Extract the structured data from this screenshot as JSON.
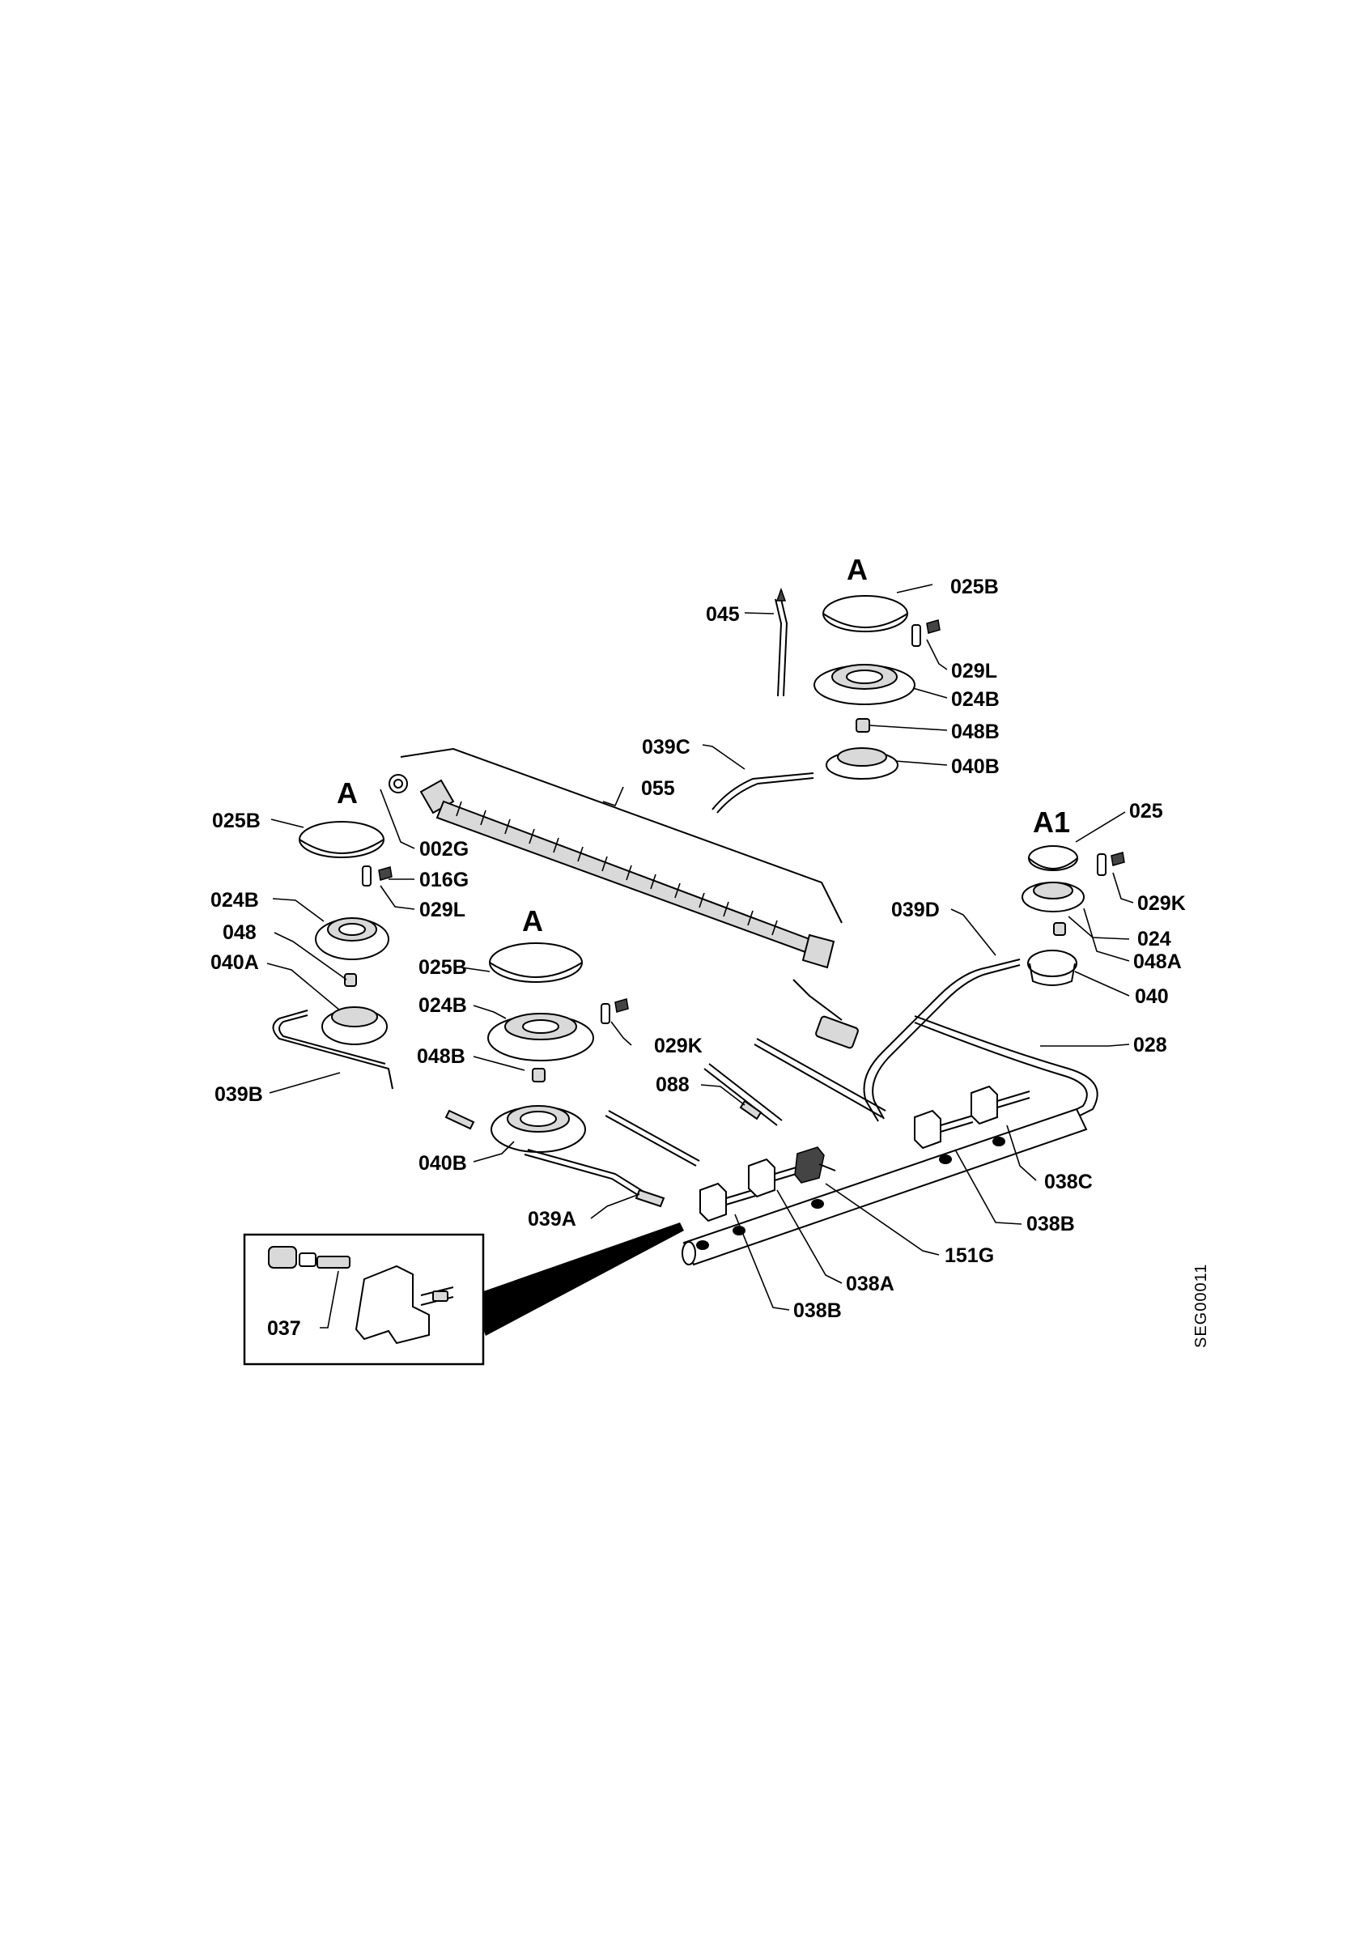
{
  "diagram": {
    "group_labels": {
      "a_top": "A",
      "a_left": "A",
      "a_center": "A",
      "a1": "A1"
    },
    "callouts": {
      "p025B_top": "025B",
      "p045": "045",
      "p029L_top": "029L",
      "p024B_top": "024B",
      "p048B_top": "048B",
      "p039C": "039C",
      "p040B_top": "040B",
      "p055": "055",
      "p025": "025",
      "p025B_left": "025B",
      "p002G": "002G",
      "p016G": "016G",
      "p029L_left": "029L",
      "p029K_right": "029K",
      "p024B_left": "024B",
      "p039D": "039D",
      "p024": "024",
      "p048": "048",
      "p048A": "048A",
      "p040A": "040A",
      "p025B_center": "025B",
      "p040": "040",
      "p024B_center": "024B",
      "p029K_center": "029K",
      "p028": "028",
      "p048B_center": "048B",
      "p039B": "039B",
      "p088": "088",
      "p040B_center": "040B",
      "p038C": "038C",
      "p039A": "039A",
      "p038B_right": "038B",
      "p151G": "151G",
      "p038A": "038A",
      "p037": "037",
      "p038B_bottom": "038B"
    },
    "drawing_code": "SEG00011"
  }
}
